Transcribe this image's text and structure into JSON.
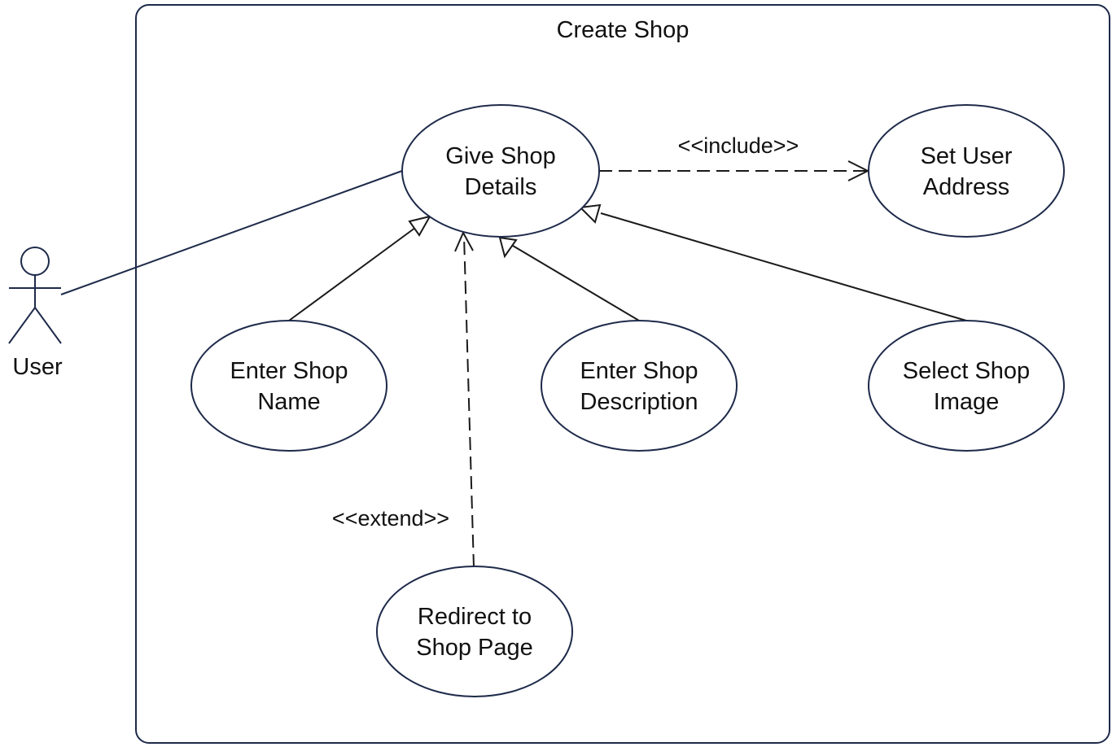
{
  "boundary": {
    "title": "Create Shop"
  },
  "actor": {
    "name": "User"
  },
  "use_cases": {
    "give_details": [
      "Give Shop",
      "Details"
    ],
    "set_address": [
      "Set User",
      "Address"
    ],
    "enter_name": [
      "Enter Shop",
      "Name"
    ],
    "enter_description": [
      "Enter Shop",
      "Description"
    ],
    "select_image": [
      "Select Shop",
      "Image"
    ],
    "redirect": [
      "Redirect to",
      "Shop Page"
    ]
  },
  "relations": {
    "include_label": "<<include>>",
    "extend_label": "<<extend>>"
  },
  "colors": {
    "outline": "#1e2a4a",
    "text": "#111111",
    "background": "#ffffff"
  }
}
